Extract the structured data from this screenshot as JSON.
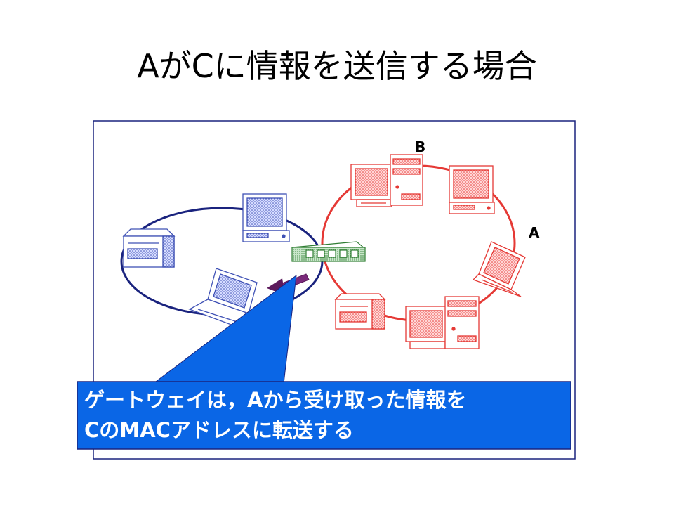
{
  "slide": {
    "title": "AがCに情報を送信する場合"
  },
  "diagram": {
    "labels": {
      "b": "B",
      "a": "A"
    },
    "colors": {
      "left_network": "#1a237e",
      "right_network": "#e53935",
      "device_blue": "#3f51b5",
      "device_red": "#e53935",
      "gateway": "#2e7d32",
      "arrow": "#5c1a5c",
      "callout": "#0a66e6",
      "frame": "#1a237e"
    }
  },
  "callout": {
    "line1": "ゲートウェイは，Aから受け取った情報を",
    "line2": "CのMACアドレスに転送する"
  }
}
